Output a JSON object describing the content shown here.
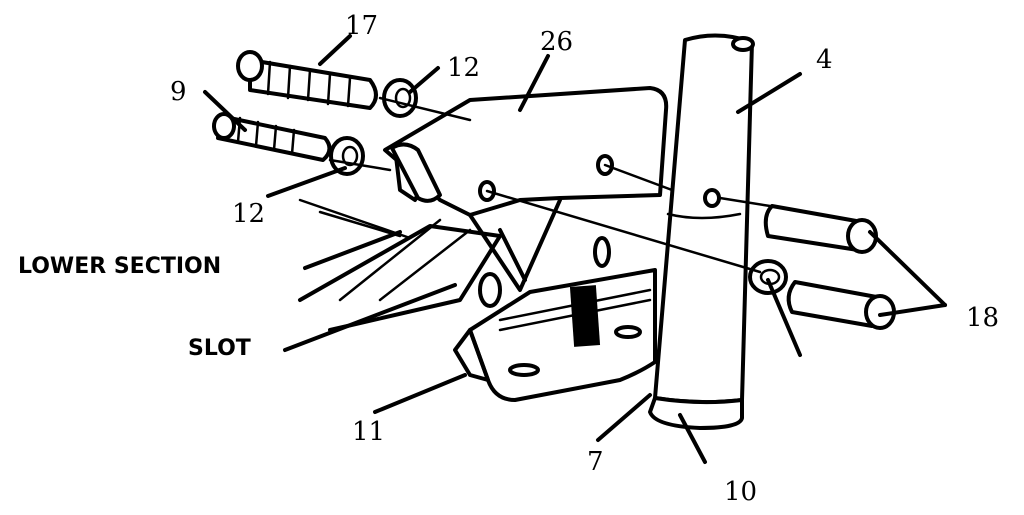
{
  "callouts": {
    "c17": "17",
    "c12a": "12",
    "c26": "26",
    "c4": "4",
    "c9": "9",
    "c12b": "12",
    "c18": "18",
    "c11": "11",
    "c7": "7",
    "c10": "10"
  },
  "labels": {
    "lower_section": "LOWER SECTION",
    "slot": "SLOT"
  }
}
